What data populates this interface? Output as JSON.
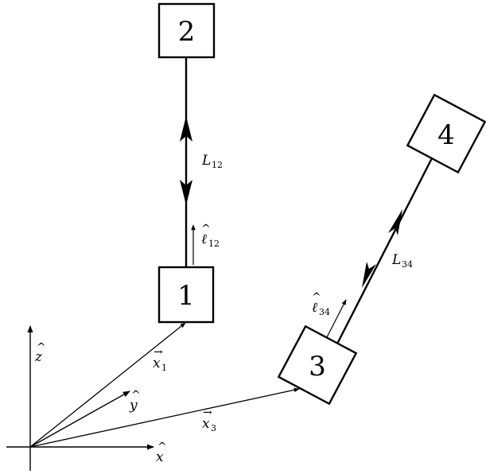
{
  "nodes": {
    "n1": "1",
    "n2": "2",
    "n3": "3",
    "n4": "4"
  },
  "axes": {
    "x": {
      "symbol": "x",
      "accent": "^"
    },
    "y": {
      "symbol": "y",
      "accent": "^"
    },
    "z": {
      "symbol": "z",
      "accent": "^"
    }
  },
  "position_vectors": {
    "x1": {
      "symbol": "x",
      "sub": "1",
      "accent": "→"
    },
    "x3": {
      "symbol": "x",
      "sub": "3",
      "accent": "→"
    }
  },
  "links": {
    "L12": {
      "symbol": "L",
      "sub": "12"
    },
    "L34": {
      "symbol": "L",
      "sub": "34"
    }
  },
  "unit_vectors": {
    "l12": {
      "symbol": "ℓ",
      "sub": "12",
      "accent": "^"
    },
    "l34": {
      "symbol": "ℓ",
      "sub": "34",
      "accent": "^"
    }
  }
}
